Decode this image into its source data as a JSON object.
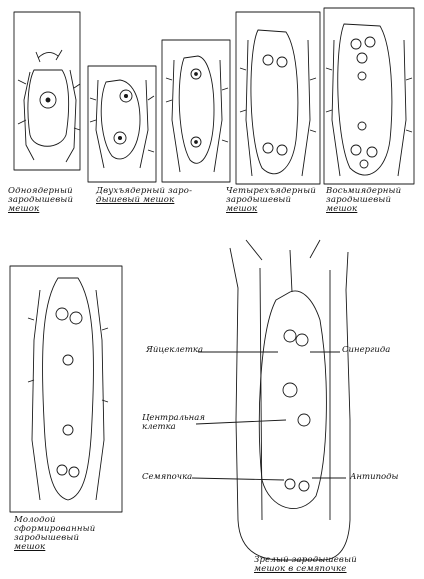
{
  "panels": {
    "p1": {
      "caption": [
        "Одноядерный",
        "зародышевый",
        "мешок"
      ]
    },
    "p2": {
      "caption": [
        "Двухъядерный заро-",
        "дышевый мешок"
      ]
    },
    "p3": {
      "caption": [
        "Четырехъядерный",
        "зародышевый",
        "мешок"
      ]
    },
    "p4": {
      "caption": [
        "Восьмиядерный",
        "зародышевый",
        "мешок"
      ]
    },
    "p5": {
      "caption": [
        "Молодой",
        "сформированный",
        "зародышевый",
        "мешок"
      ]
    },
    "p6": {
      "caption": [
        "Зрелый зародышевый",
        "мешок в семяпочке"
      ]
    }
  },
  "labels": {
    "egg": "Яйцеклетка",
    "synergid": "Синергида",
    "central": [
      "Центральная",
      "клетка"
    ],
    "ovule": "Семяпочка",
    "antipodes": "Антиподы"
  },
  "colors": {
    "ink": "#1a1a1a",
    "paper": "#ffffff"
  }
}
